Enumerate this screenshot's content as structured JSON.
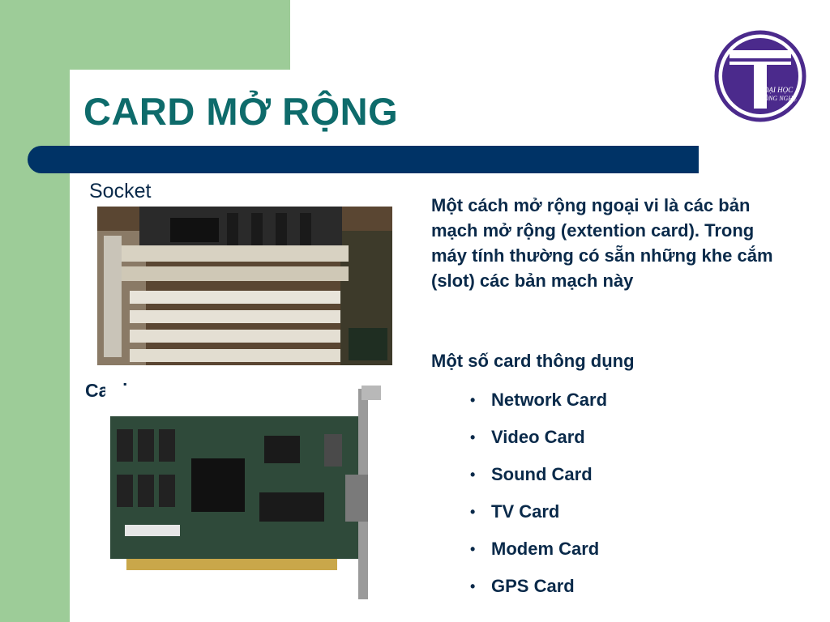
{
  "slide": {
    "title": "CARD MỞ RỘNG",
    "logo_text_line1": "ĐẠI HỌC",
    "logo_text_line2": "CÔNG NGHỆ"
  },
  "left": {
    "socket_label": "Socket",
    "card_label": "Card"
  },
  "right": {
    "intro": "Một cách mở rộng ngoại vi là các bản mạch mở rộng (extention card). Trong máy tính thường có sẵn những khe cắm (slot) các bản mạch này",
    "subheading": "Một số card thông dụng",
    "bullet_symbol": "•",
    "items": [
      "Network Card",
      "Video Card",
      "Sound Card",
      "TV Card",
      "Modem Card",
      "GPS Card"
    ]
  },
  "colors": {
    "green": "#9dcc98",
    "title": "#0e6b6b",
    "bar": "#003366",
    "logo_purple": "#4b2a8c"
  }
}
